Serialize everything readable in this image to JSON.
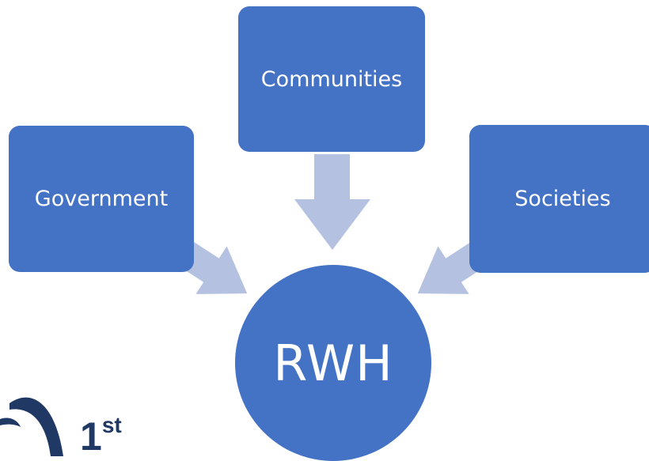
{
  "diagram": {
    "sources": [
      {
        "id": "communities",
        "label": "Communities"
      },
      {
        "id": "government",
        "label": "Government"
      },
      {
        "id": "societies",
        "label": "Societies"
      }
    ],
    "target": {
      "label": "RWH"
    }
  },
  "footer": {
    "ordinal_number": "1",
    "ordinal_suffix": "st"
  },
  "colors": {
    "node_fill": "#4472c4",
    "arrow_fill": "#b4c1e0",
    "node_text": "#ffffff",
    "logo": "#1f3864"
  }
}
